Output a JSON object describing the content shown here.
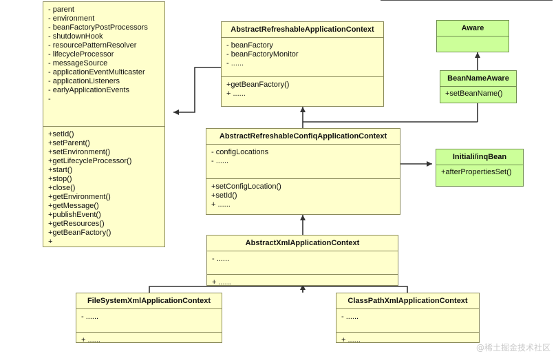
{
  "diagram": {
    "type": "uml-class-diagram",
    "watermark": "@稀土掘金技术社区",
    "classes": [
      {
        "id": "applicationContextBase",
        "name": "",
        "attributes": [
          "- parent",
          "- environment",
          "- beanFactoryPostProcessors",
          "- shutdownHook",
          "- resourcePatternResolver",
          "- lifecycleProcessor",
          "- messageSource",
          "- applicationEventMulticaster",
          "- applicationListeners",
          "- earlyApplicationEvents",
          "-"
        ],
        "methods": [
          "+setId()",
          "+setParent()",
          "+setEnvironment()",
          "+getLifecycleProcessor()",
          "+start()",
          "+stop()",
          "+close()",
          "+getEnvironment()",
          "+getMessage()",
          "+publishEvent()",
          "+getResources()",
          "+getBeanFactory()",
          "+"
        ]
      },
      {
        "id": "abstractRefreshableApplicationContext",
        "name": "AbstractRefreshableApplicationContext",
        "attributes": [
          "- beanFactory",
          "- beanFactoryMonitor",
          "- ......"
        ],
        "methods": [
          "+getBeanFactory()",
          "+ ......"
        ]
      },
      {
        "id": "abstractRefreshableConfigApplicationContext",
        "name": "AbstractRefreshableConfiqApplicationContext",
        "attributes": [
          "- configLocations",
          "- ......"
        ],
        "methods": [
          "+setConfigLocation()",
          "+setId()",
          "+ ......"
        ]
      },
      {
        "id": "abstractXmlApplicationContext",
        "name": "AbstractXmlApplicationContext",
        "attributes": [
          "- ......"
        ],
        "methods": [
          "+ ......"
        ]
      },
      {
        "id": "fileSystemXmlApplicationContext",
        "name": "FileSystemXmlApplicationContext",
        "attributes": [
          "- ......"
        ],
        "methods": [
          "+ ......"
        ]
      },
      {
        "id": "classPathXmlApplicationContext",
        "name": "ClassPathXmlApplicationContext",
        "attributes": [
          "- ......"
        ],
        "methods": [
          "+ ......"
        ]
      },
      {
        "id": "aware",
        "name": "Aware",
        "attributes": [],
        "methods": []
      },
      {
        "id": "beanNameAware",
        "name": "BeanNameAware",
        "attributes": [],
        "methods": [
          "+setBeanName()"
        ]
      },
      {
        "id": "initializingBean",
        "name": "Initiali/inqBean",
        "attributes": [],
        "methods": [
          "+afterPropertiesSet()"
        ]
      }
    ],
    "colors": {
      "class_fill": "#ffffcc",
      "class_border": "#8a8a5a",
      "interface_fill": "#ccff99",
      "interface_border": "#6f8f4f",
      "edge": "#333333"
    }
  }
}
